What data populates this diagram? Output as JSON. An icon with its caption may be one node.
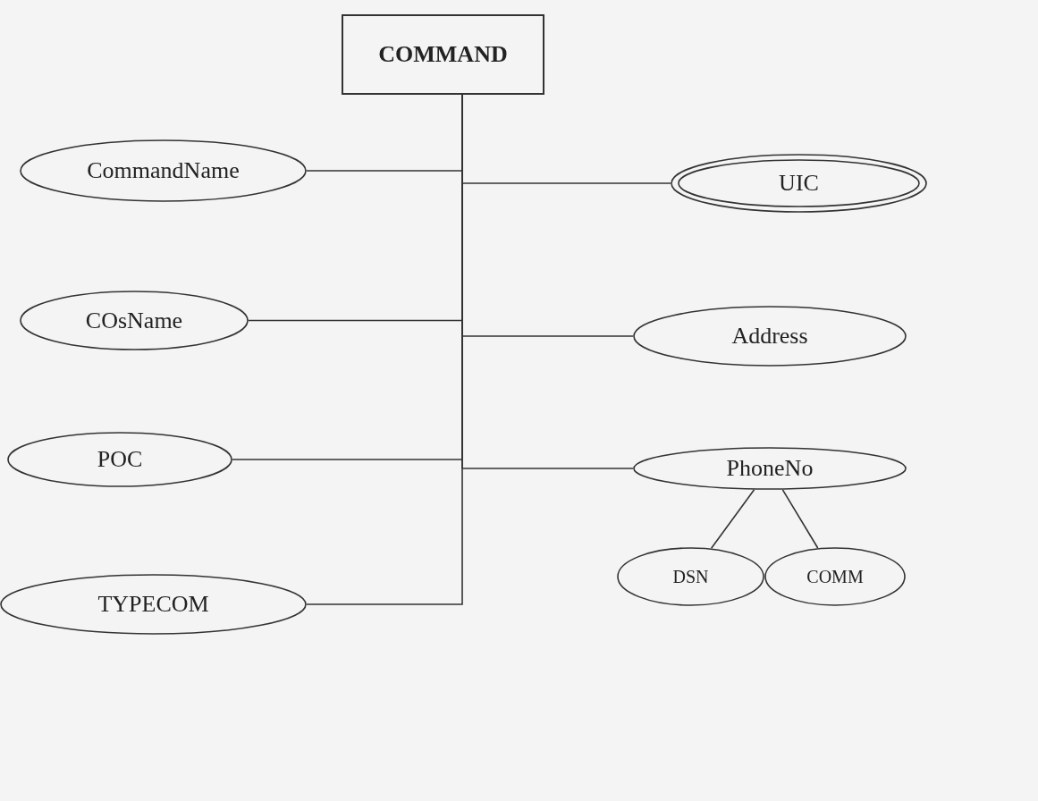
{
  "diagram": {
    "nodes": [
      {
        "text": [
          "COMMAND"
        ]
      },
      {
        "text": [
          "CommandName"
        ]
      },
      {
        "text": [
          "UIC"
        ]
      },
      {
        "text": [
          "COsName"
        ]
      },
      {
        "text": [
          "Address"
        ]
      },
      {
        "text": [
          "POC"
        ]
      },
      {
        "text": [
          "PhoneNo"
        ]
      },
      {
        "text": [
          "DSN"
        ]
      },
      {
        "text": [
          "COMM"
        ]
      },
      {
        "text": [
          "TYPECOM"
        ]
      }
    ],
    "edges": [
      {
        "from": 1,
        "to": 0,
        "arrow": "none"
      },
      {
        "from": 2,
        "to": 0,
        "arrow": "none"
      },
      {
        "from": 3,
        "to": 0,
        "arrow": "none"
      },
      {
        "from": 4,
        "to": 0,
        "arrow": "none"
      },
      {
        "from": 5,
        "to": 0,
        "arrow": "none"
      },
      {
        "from": 6,
        "to": 0,
        "arrow": "none"
      },
      {
        "from": 9,
        "to": 0,
        "arrow": "none"
      },
      {
        "from": 7,
        "to": 6,
        "arrow": "none"
      },
      {
        "from": 8,
        "to": 6,
        "arrow": "none"
      }
    ]
  }
}
